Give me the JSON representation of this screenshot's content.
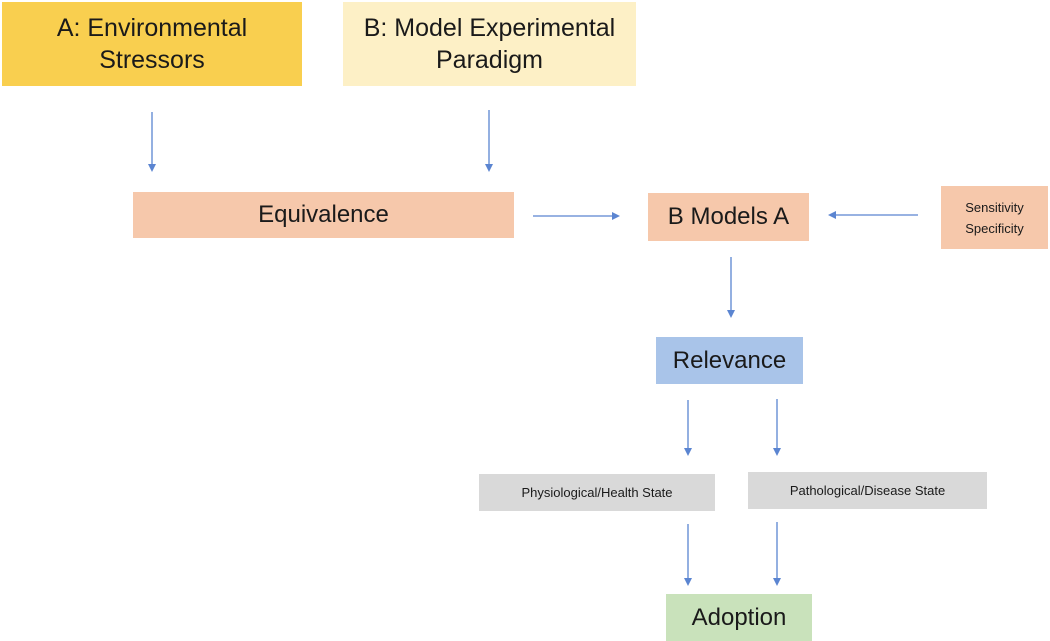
{
  "nodes": {
    "stressors": {
      "line1": "A: Environmental",
      "line2": "Stressors"
    },
    "paradigm": {
      "line1": "B: Model Experimental",
      "line2": "Paradigm"
    },
    "equivalence": {
      "label": "Equivalence"
    },
    "b_models_a": {
      "label": "B Models A"
    },
    "sens_spec": {
      "line1": "Sensitivity",
      "line2": "Specificity"
    },
    "relevance": {
      "label": "Relevance"
    },
    "physiological": {
      "label": "Physiological/Health State"
    },
    "pathological": {
      "label": "Pathological/Disease State"
    },
    "adoption": {
      "label": "Adoption"
    }
  },
  "colors": {
    "stressors": "#f9cf4f",
    "paradigm": "#fdf0c6",
    "peach": "#f6c8ab",
    "relevance": "#a9c4e9",
    "grey": "#d9d9d9",
    "adoption": "#c9e2bb",
    "arrow": "#5b85d1"
  }
}
